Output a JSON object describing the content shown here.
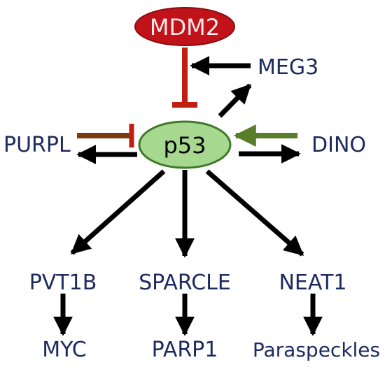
{
  "colors": {
    "background": "#ffffff",
    "label_text": "#1c2a5e",
    "mdm2_fill": "#c1121a",
    "mdm2_text": "#ffe9ea",
    "p53_fill": "#a6d890",
    "p53_stroke": "#3f7a2a",
    "arrow": "#000000",
    "inhibit_red": "#c21d12",
    "inhibit_brown": "#7a3b12",
    "arrow_green": "#5a7d2b"
  },
  "nodes": {
    "mdm2": "MDM2",
    "p53": "p53",
    "meg3": "MEG3",
    "purpl": "PURPL",
    "dino": "DINO",
    "pvt1b": "PVT1B",
    "sparcle": "SPARCLE",
    "neat1": "NEAT1",
    "myc": "MYC",
    "parp1": "PARP1",
    "paraspeckles": "Paraspeckles"
  },
  "edges": [
    {
      "from": "mdm2",
      "to": "p53",
      "kind": "inhibition"
    },
    {
      "from": "meg3",
      "to": "mdm2",
      "kind": "activation"
    },
    {
      "from": "p53",
      "to": "meg3",
      "kind": "activation"
    },
    {
      "from": "purpl",
      "to": "p53",
      "kind": "inhibition"
    },
    {
      "from": "p53",
      "to": "purpl",
      "kind": "activation"
    },
    {
      "from": "dino",
      "to": "p53",
      "kind": "activation"
    },
    {
      "from": "p53",
      "to": "dino",
      "kind": "activation"
    },
    {
      "from": "p53",
      "to": "pvt1b",
      "kind": "activation"
    },
    {
      "from": "p53",
      "to": "sparcle",
      "kind": "activation"
    },
    {
      "from": "p53",
      "to": "neat1",
      "kind": "activation"
    },
    {
      "from": "pvt1b",
      "to": "myc",
      "kind": "activation"
    },
    {
      "from": "sparcle",
      "to": "parp1",
      "kind": "activation"
    },
    {
      "from": "neat1",
      "to": "paraspeckles",
      "kind": "activation"
    }
  ]
}
